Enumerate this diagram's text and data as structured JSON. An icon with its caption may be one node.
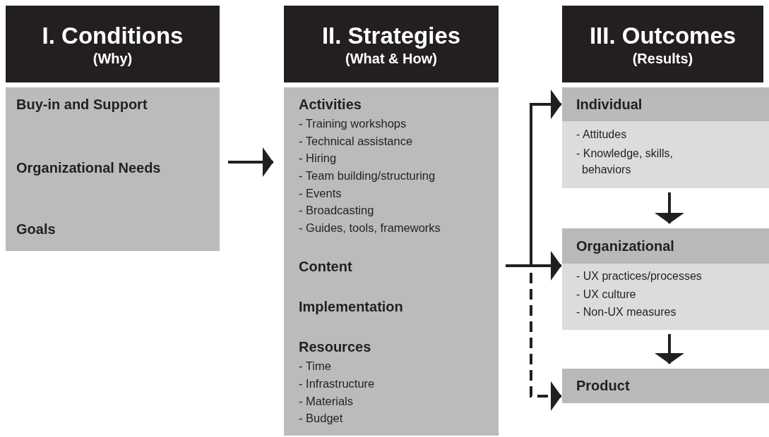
{
  "diagram": {
    "nodes": [
      {
        "text": [
          "I. Conditions",
          "(Why)"
        ]
      },
      {
        "text": [
          "Buy-in and Support",
          "Organizational Needs",
          "Goals"
        ]
      },
      {
        "text": [
          "II. Strategies",
          "(What & How)"
        ]
      },
      {
        "text": [
          "Activities",
          "- Training workshops",
          "- Technical assistance",
          "- Hiring",
          "- Team building/structuring",
          "- Events",
          "- Broadcasting",
          "- Guides, tools, frameworks",
          "Content",
          "Implementation",
          "Resources",
          "- Time",
          "- Infrastructure",
          "- Materials",
          "- Budget"
        ]
      },
      {
        "text": [
          "III. Outcomes",
          "(Results)"
        ]
      },
      {
        "text": [
          "Individual",
          "- Attitudes",
          "- Knowledge, skills, behaviors"
        ]
      },
      {
        "text": [
          "Organizational",
          "- UX practices/processes",
          "- UX culture",
          "- Non-UX measures"
        ]
      },
      {
        "text": [
          "Product"
        ]
      }
    ],
    "edges": [
      {
        "from": 1,
        "to": 3,
        "arrow": "to"
      },
      {
        "from": 3,
        "to": 5,
        "arrow": "to"
      },
      {
        "from": 3,
        "to": 6,
        "arrow": "to"
      },
      {
        "from": 3,
        "to": 7,
        "arrow": "to",
        "style": "dashed"
      },
      {
        "from": 5,
        "to": 6,
        "arrow": "to"
      },
      {
        "from": 6,
        "to": 7,
        "arrow": "to"
      }
    ]
  }
}
